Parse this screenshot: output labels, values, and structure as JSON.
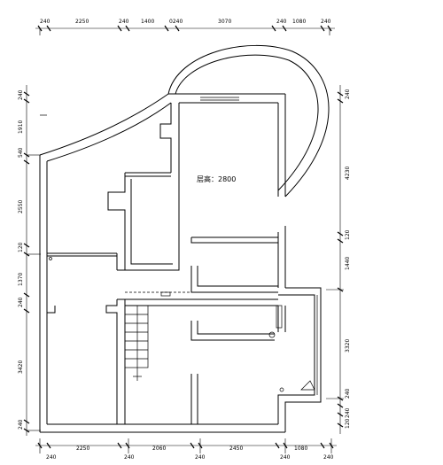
{
  "room_label": "层高：2800",
  "dims_top": [
    "240",
    "2250",
    "240",
    "1400",
    "0240",
    "3070",
    "240",
    "1080",
    "240"
  ],
  "dims_bottom": [
    "240",
    "2250",
    "240",
    "2060",
    "240",
    "2450",
    "240",
    "1080",
    "240"
  ],
  "dims_left": [
    "240",
    "1910",
    "540",
    "2550",
    "120",
    "1370",
    "240",
    "3420",
    "240"
  ],
  "dims_right": [
    "240",
    "4230",
    "120",
    "1440",
    "3320",
    "240",
    "240",
    "120"
  ]
}
